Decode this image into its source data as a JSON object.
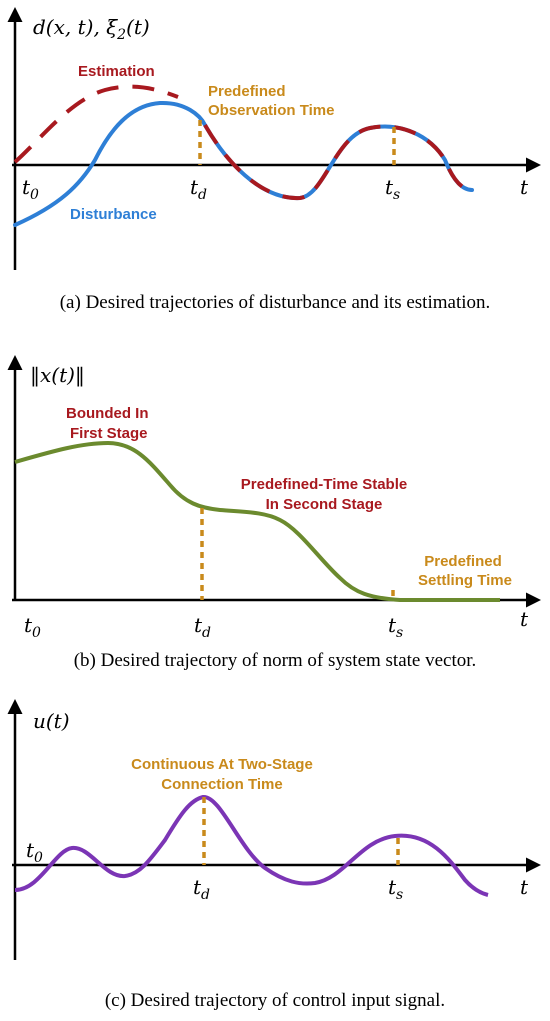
{
  "colors": {
    "estimation": "#a8191f",
    "disturbance": "#2e7fd6",
    "state_norm": "#6b8a2e",
    "control": "#7b35b5",
    "marker": "#c98a1b",
    "annotation_red": "#a8191f",
    "annotation_gold": "#c98a1b"
  },
  "panel_a": {
    "y_label": "d(x, t), ξ",
    "y_label_sub": "2",
    "y_label_tail": "(t)",
    "x_label": "t",
    "ticks": {
      "t0": "t",
      "t0_sub": "0",
      "td": "t",
      "td_sub": "d",
      "ts": "t",
      "ts_sub": "s"
    },
    "estimation_label": "Estimation",
    "disturbance_label": "Disturbance",
    "obs_line1": "Predefined",
    "obs_line2": "Observation Time",
    "caption": "(a) Desired trajectories of disturbance and its estimation."
  },
  "panel_b": {
    "y_label": "‖x(t)‖",
    "x_label": "t",
    "ticks": {
      "t0": "t",
      "t0_sub": "0",
      "td": "t",
      "td_sub": "d",
      "ts": "t",
      "ts_sub": "s"
    },
    "stage1_line1": "Bounded In",
    "stage1_line2": "First Stage",
    "stage2_line1": "Predefined-Time Stable",
    "stage2_line2": "In Second Stage",
    "settle_line1": "Predefined",
    "settle_line2": "Settling Time",
    "caption": "(b) Desired trajectory of norm of system state vector."
  },
  "panel_c": {
    "y_label": "u(t)",
    "x_label": "t",
    "ticks": {
      "t0": "t",
      "t0_sub": "0",
      "td": "t",
      "td_sub": "d",
      "ts": "t",
      "ts_sub": "s"
    },
    "cont_line1": "Continuous At Two-Stage",
    "cont_line2": "Connection Time",
    "caption": "(c) Desired trajectory of control input signal."
  }
}
